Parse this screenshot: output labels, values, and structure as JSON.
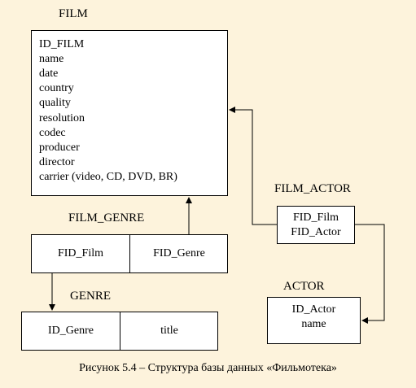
{
  "entities": {
    "film": {
      "title": "FILM",
      "fields": [
        "ID_FILM",
        "name",
        "date",
        "country",
        "quality",
        "resolution",
        "codec",
        "producer",
        "director",
        "carrier (video, CD, DVD, BR)"
      ]
    },
    "film_genre": {
      "title": "FILM_GENRE",
      "fields": [
        "FID_Film",
        "FID_Genre"
      ]
    },
    "genre": {
      "title": "GENRE",
      "fields": [
        "ID_Genre",
        "title"
      ]
    },
    "film_actor": {
      "title": "FILM_ACTOR",
      "fields": [
        "FID_Film",
        "FID_Actor"
      ]
    },
    "actor": {
      "title": "ACTOR",
      "fields": [
        "ID_Actor",
        "name"
      ]
    }
  },
  "caption": "Рисунок 5.4 – Структура базы данных «Фильмотека»"
}
